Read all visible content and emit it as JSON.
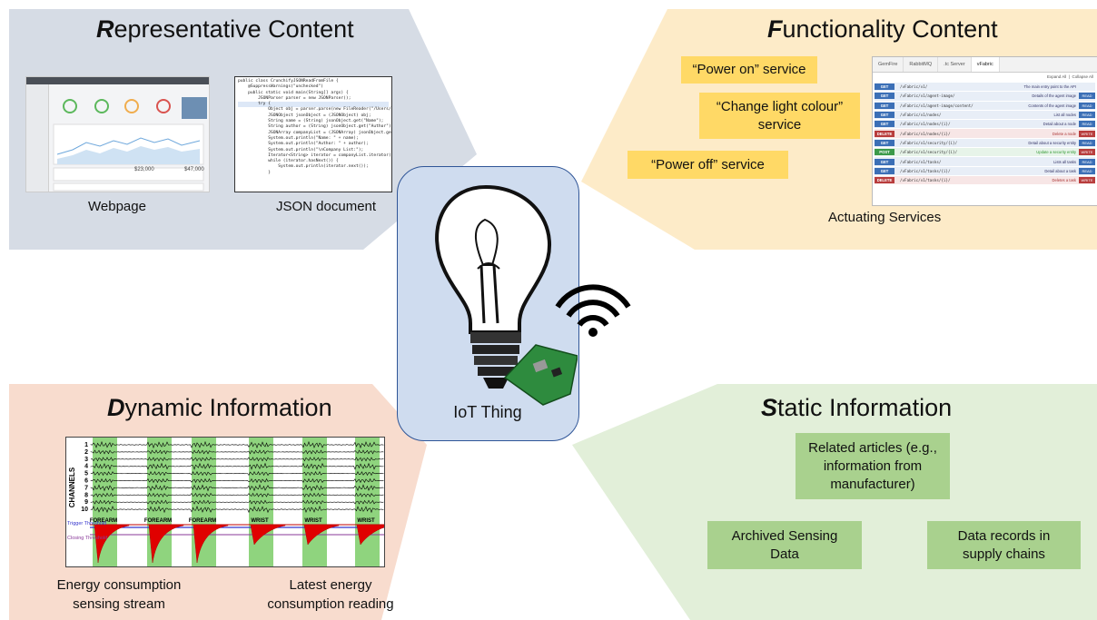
{
  "colors": {
    "representative": "#d6dce5",
    "functionality": "#fdebc8",
    "dynamic": "#f8dcce",
    "static": "#e2efd9",
    "central_box": "#cfdcef",
    "central_border": "#2f5597",
    "yellow_box": "#ffd966",
    "green_box": "#a9d18e"
  },
  "quadrants": {
    "representative": {
      "title_first": "R",
      "title_rest": "epresentative Content",
      "webpage_caption": "Webpage",
      "json_caption": "JSON document",
      "webpage_values": [
        "$23,000",
        "$47,000"
      ]
    },
    "functionality": {
      "title_first": "F",
      "title_rest": "unctionality Content",
      "services": [
        "“Power on” service",
        "“Change light colour” service",
        "“Power off” service"
      ],
      "caption": "Actuating Services"
    },
    "dynamic": {
      "title_first": "D",
      "title_rest": "ynamic Information",
      "caption_left": "Energy consumption sensing stream",
      "caption_right": "Latest energy consumption reading",
      "plot": {
        "channels_label": "CHANNELS",
        "channel_numbers": [
          "1",
          "2",
          "3",
          "4",
          "5",
          "6",
          "7",
          "8",
          "9",
          "10"
        ],
        "segment_labels": [
          "FOREARM",
          "FOREARM",
          "FOREARM",
          "WRIST",
          "WRIST",
          "WRIST"
        ],
        "trigger_label": "Trigger Threshold",
        "closing_label": "Closing Threshold"
      }
    },
    "static": {
      "title_first": "S",
      "title_rest": "tatic Information",
      "boxes": [
        "Related articles (e.g., information from manufacturer)",
        "Archived Sensing Data",
        "Data records in supply chains"
      ]
    }
  },
  "central": {
    "label": "IoT Thing"
  },
  "json_document": {
    "lines": [
      "public class CrunchifyJSONReadFromFile {",
      "",
      "    @SuppressWarnings(\"unchecked\")",
      "    public static void main(String[] args) {",
      "        JSONParser parser = new JSONParser();",
      "        try {",
      "            Object obj = parser.parse(new FileReader(\"/Users/<username>",
      "            JSONObject jsonObject = (JSONObject) obj;",
      "",
      "            String name = (String) jsonObject.get(\"Name\");",
      "            String author = (String) jsonObject.get(\"Author\");",
      "            JSONArray companyList = (JSONArray) jsonObject.get(\"Compa",
      "",
      "            System.out.println(\"Name: \" + name);",
      "            System.out.println(\"Author: \" + author);",
      "            System.out.println(\"\\nCompany List:\");",
      "            Iterator<String> iterator = companyList.iterator();",
      "            while (iterator.hasNext()) {",
      "                System.out.println(iterator.next());",
      "            }"
    ]
  },
  "api_screenshot": {
    "tabs": [
      "GemFire",
      "RabbitMQ",
      ".tc Server",
      "vFabric"
    ],
    "toolbar": [
      "Expand All",
      "Collapse All"
    ],
    "rows": [
      {
        "method": "GET",
        "path": "/vFabric/v1/",
        "desc": "The main entry point to the API",
        "perm": ""
      },
      {
        "method": "GET",
        "path": "/vFabric/v1/agent-image/",
        "desc": "Details of the agent image",
        "perm": "READ"
      },
      {
        "method": "GET",
        "path": "/vFabric/v1/agent-image/content/",
        "desc": "Contents of the agent image",
        "perm": "READ"
      },
      {
        "method": "GET",
        "path": "/vFabric/v1/nodes/",
        "desc": "List all nodes",
        "perm": "READ"
      },
      {
        "method": "GET",
        "path": "/vFabric/v1/nodes/{i}/",
        "desc": "Detail about a node",
        "perm": "READ"
      },
      {
        "method": "DELETE",
        "path": "/vFabric/v1/nodes/{i}/",
        "desc": "Delete a node",
        "perm": "WRITE"
      },
      {
        "method": "GET",
        "path": "/vFabric/v1/security/{i}/",
        "desc": "Detail about a security entity",
        "perm": "READ"
      },
      {
        "method": "POST",
        "path": "/vFabric/v1/security/{i}/",
        "desc": "Update a security entity",
        "perm": "WRITE"
      },
      {
        "method": "GET",
        "path": "/vFabric/v1/tasks/",
        "desc": "Lists all tasks",
        "perm": "READ"
      },
      {
        "method": "GET",
        "path": "/vFabric/v1/tasks/{i}/",
        "desc": "Detail about a task",
        "perm": "READ"
      },
      {
        "method": "DELETE",
        "path": "/vFabric/v1/tasks/{i}/",
        "desc": "Deletes a task",
        "perm": "WRITE"
      }
    ]
  }
}
